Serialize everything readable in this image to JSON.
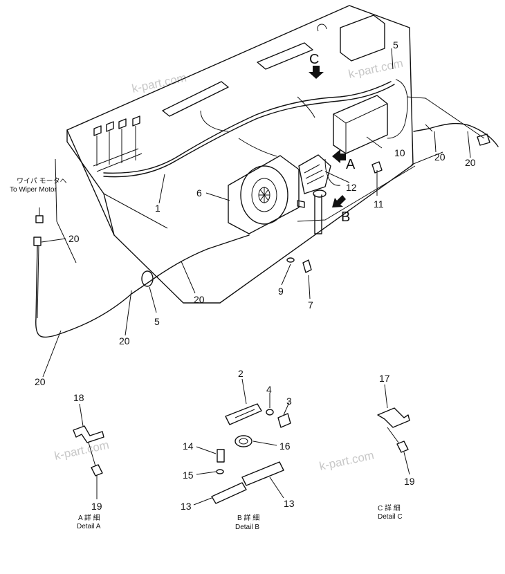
{
  "watermark": "k-part.com",
  "wiper_label_jp": "ワイパ モータへ",
  "wiper_label_en": "To Wiper Motor",
  "detail_letters": {
    "A": "A",
    "B": "B",
    "C": "C"
  },
  "details": {
    "A": {
      "jp": "A 詳 細",
      "en": "Detail A"
    },
    "B": {
      "jp": "B 詳 細",
      "en": "Detail B"
    },
    "C": {
      "jp": "C 詳 細",
      "en": "Detail C"
    }
  },
  "callouts": {
    "c1": "1",
    "c2": "2",
    "c3": "3",
    "c4": "4",
    "c5a": "5",
    "c5b": "5",
    "c6": "6",
    "c7": "7",
    "c9": "9",
    "c10": "10",
    "c11": "11",
    "c12": "12",
    "c13a": "13",
    "c13b": "13",
    "c14": "14",
    "c15": "15",
    "c16": "16",
    "c17": "17",
    "c18": "18",
    "c19a": "19",
    "c19b": "19",
    "c20a": "20",
    "c20b": "20",
    "c20c": "20",
    "c20d": "20",
    "c20e": "20",
    "c20f": "20"
  }
}
